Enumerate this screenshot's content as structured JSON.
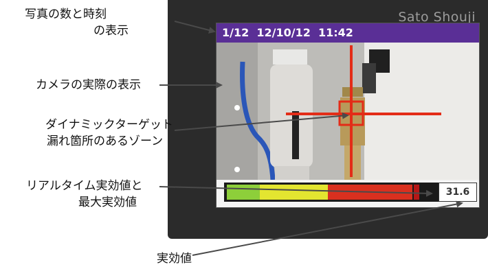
{
  "device": {
    "brand": "Sato Shouji"
  },
  "screen": {
    "status_text": "1/12  12/10/12  11:42",
    "readout_value": "31.6"
  },
  "level_bar": {
    "segment_colors": [
      "#8dcf3a",
      "#e3e530",
      "#d9301f"
    ],
    "fill_fraction": 0.9,
    "peak_marker_color": "#b51717"
  },
  "target": {
    "color": "#e32c17"
  },
  "annotations": {
    "photo_count_time_line1": "写真の数と時刻",
    "photo_count_time_line2": "の表示",
    "camera_display": "カメラの実際の表示",
    "dynamic_target_line1": "ダイナミックターゲット",
    "dynamic_target_line2": "漏れ箇所のあるゾーン",
    "realtime_rms_line1": "リアルタイム実効値と",
    "realtime_rms_line2": "最大実効値",
    "rms_value": "実効値"
  }
}
